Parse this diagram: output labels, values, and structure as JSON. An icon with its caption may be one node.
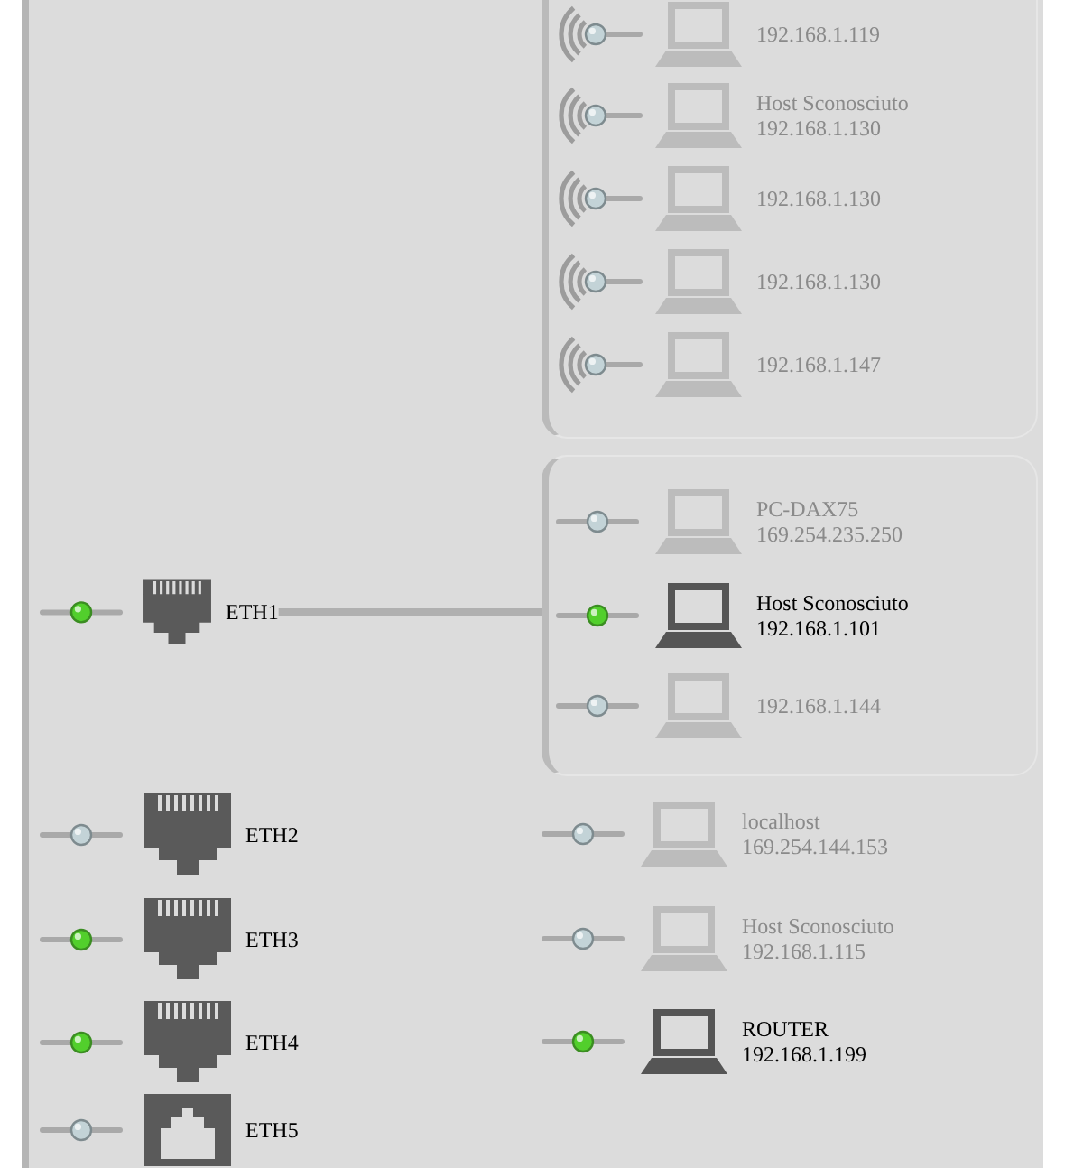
{
  "diagram": {
    "nodes": [
      {
        "text": [],
        "shape": "box"
      },
      {
        "text": [
          "192.168.1.119"
        ],
        "in": 0
      },
      {
        "text": [
          "Host Sconosciuto",
          "192.168.1.130"
        ],
        "in": 0
      },
      {
        "text": [
          "192.168.1.130"
        ],
        "in": 0
      },
      {
        "text": [
          "192.168.1.130"
        ],
        "in": 0
      },
      {
        "text": [
          "192.168.1.147"
        ],
        "in": 0
      },
      {
        "text": [
          "ETH1"
        ]
      },
      {
        "text": [],
        "shape": "box"
      },
      {
        "text": [
          "PC-DAX75",
          "169.254.235.250"
        ],
        "in": 7
      },
      {
        "text": [
          "Host Sconosciuto",
          "192.168.1.101"
        ],
        "in": 7
      },
      {
        "text": [
          "192.168.1.144"
        ],
        "in": 7
      },
      {
        "text": [
          "ETH2"
        ]
      },
      {
        "text": [
          "localhost",
          "169.254.144.153"
        ]
      },
      {
        "text": [
          "ETH3"
        ]
      },
      {
        "text": [
          "Host Sconosciuto",
          "192.168.1.115"
        ]
      },
      {
        "text": [
          "ETH4"
        ]
      },
      {
        "text": [
          "ROUTER",
          "192.168.1.199"
        ]
      },
      {
        "text": [
          "ETH5"
        ]
      }
    ],
    "edges": [
      {
        "from": 6,
        "to": 7,
        "arrow": "none"
      }
    ]
  }
}
